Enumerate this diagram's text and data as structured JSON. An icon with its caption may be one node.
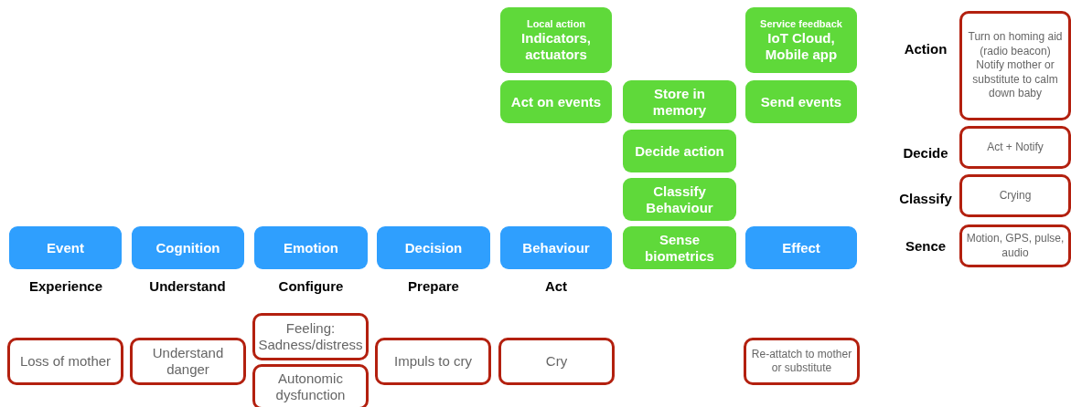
{
  "diagram": {
    "nodes": [
      {
        "text": [
          "Local action",
          "Indicators, actuators"
        ]
      },
      {
        "text": [
          "Service feedback",
          "IoT Cloud, Mobile app"
        ]
      },
      {
        "text": [
          "Turn on homing aid (radio beacon) Notify mother or substitute to calm down baby"
        ]
      },
      {
        "text": [
          "Act on events"
        ]
      },
      {
        "text": [
          "Store in memory"
        ]
      },
      {
        "text": [
          "Send events"
        ]
      },
      {
        "text": [
          "Act + Notify"
        ]
      },
      {
        "text": [
          "Decide action"
        ]
      },
      {
        "text": [
          "Classify Behaviour"
        ]
      },
      {
        "text": [
          "Crying"
        ]
      },
      {
        "text": [
          "Event"
        ]
      },
      {
        "text": [
          "Cognition"
        ]
      },
      {
        "text": [
          "Emotion"
        ]
      },
      {
        "text": [
          "Decision"
        ]
      },
      {
        "text": [
          "Behaviour"
        ]
      },
      {
        "text": [
          "Sense biometrics"
        ]
      },
      {
        "text": [
          "Effect"
        ]
      },
      {
        "text": [
          "Motion, GPS, pulse, audio"
        ]
      },
      {
        "text": [
          "Feeling: Sadness/distress"
        ]
      },
      {
        "text": [
          "Loss of mother"
        ]
      },
      {
        "text": [
          "Understand danger"
        ]
      },
      {
        "text": [
          "Impuls to cry"
        ]
      },
      {
        "text": [
          "Cry"
        ]
      },
      {
        "text": [
          "Re-attatch to mother or substitute"
        ]
      },
      {
        "text": [
          "Autonomic dysfunction"
        ]
      }
    ],
    "edges": [],
    "labels": [
      "Action",
      "Decide",
      "Classify",
      "Sence",
      "Experience",
      "Understand",
      "Configure",
      "Prepare",
      "Act"
    ]
  }
}
